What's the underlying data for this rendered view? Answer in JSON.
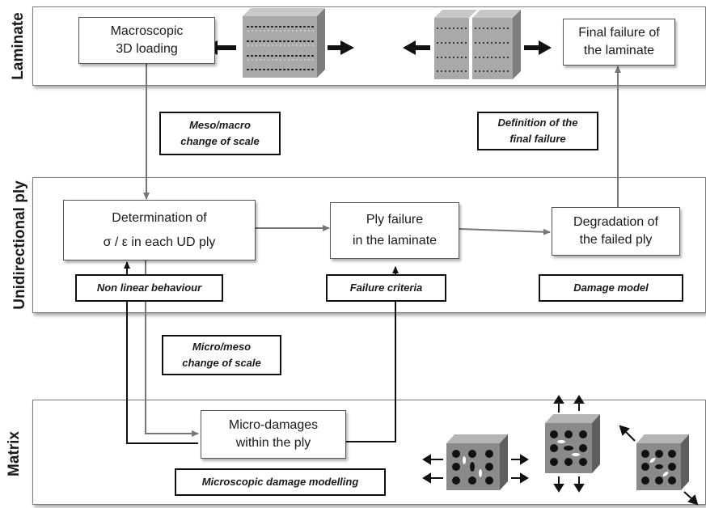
{
  "bands": {
    "laminate": "Laminate",
    "ply": "Unidirectional ply",
    "matrix": "Matrix"
  },
  "boxes": {
    "macroscopic_loading": [
      "Macroscopic",
      "3D loading"
    ],
    "final_failure": [
      "Final failure of",
      "the laminate"
    ],
    "determination": [
      "Determination of",
      "σ / ε in each UD ply"
    ],
    "ply_failure": [
      "Ply failure",
      "in the laminate"
    ],
    "degradation": [
      "Degradation of",
      "the failed ply"
    ],
    "micro_damages": [
      "Micro-damages",
      "within the ply"
    ]
  },
  "tags": {
    "meso_macro": [
      "Meso/macro",
      "change of scale"
    ],
    "definition_failure": [
      "Definition of the",
      "final failure"
    ],
    "non_linear": [
      "Non linear behaviour"
    ],
    "failure_criteria": [
      "Failure criteria"
    ],
    "damage_model": [
      "Damage model"
    ],
    "micro_meso": [
      "Micro/meso",
      "change of scale"
    ],
    "microscopic_modelling": [
      "Microscopic damage modelling"
    ]
  },
  "colors": {
    "arrow_gray": "#777777",
    "arrow_black": "#111111",
    "cube_front": "#8a8a8a",
    "cube_top": "#b5b5b5",
    "cube_side": "#5e5e5e",
    "hole": "#111111"
  }
}
